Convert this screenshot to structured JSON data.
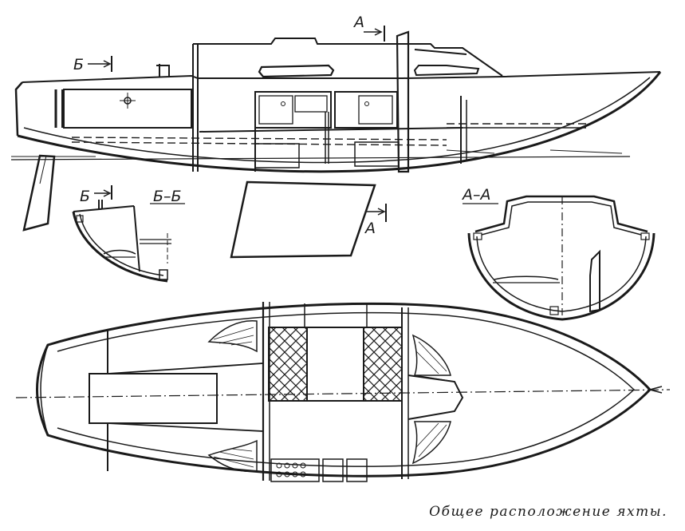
{
  "caption": "Общее расположение яхты.",
  "section_labels": {
    "a_marker": "А",
    "b_marker": "Б",
    "section_aa_title": "А–А",
    "section_bb_title": "Б–Б"
  },
  "colors": {
    "ink": "#1a1a1a",
    "paper": "#ffffff"
  }
}
